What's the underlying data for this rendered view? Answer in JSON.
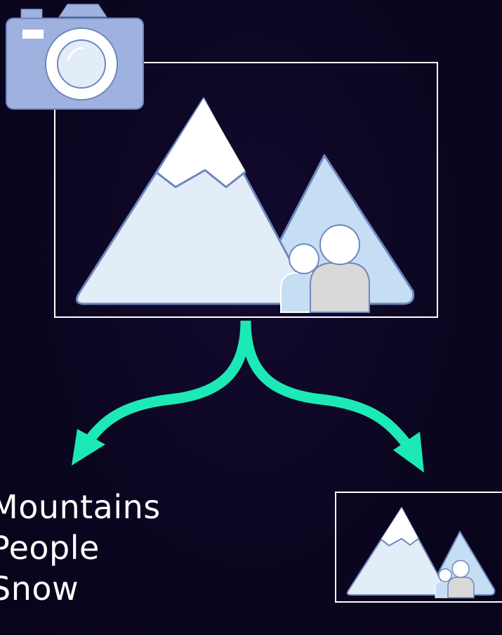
{
  "diagram": {
    "labels": [
      "Mountains",
      "People",
      "Snow"
    ]
  },
  "colors": {
    "background": "#0b0620",
    "arrow": "#1de9b6",
    "frame_border": "#ffffff",
    "camera_body": "#9fb1de",
    "camera_outline": "#6f86bf",
    "mountain_fill": "#e3edf8",
    "mountain_back_fill": "#c5def3",
    "mountain_outline": "#6f86bf",
    "snow": "#ffffff",
    "person_front": "#d9d9d9",
    "person_back": "#c5def3"
  },
  "icons": [
    "camera-icon",
    "mountain-photo-icon",
    "people-icon"
  ]
}
